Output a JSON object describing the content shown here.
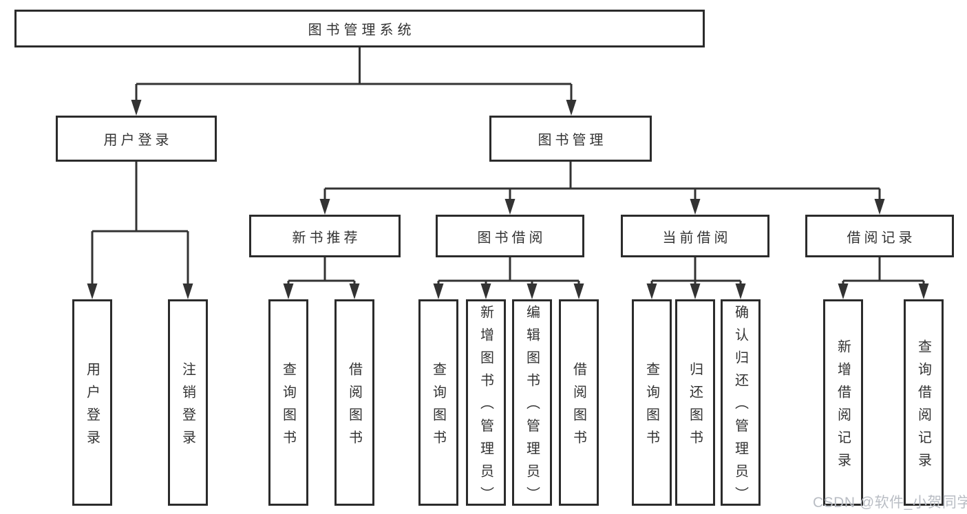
{
  "diagram": {
    "root": {
      "label": "图书管理系统"
    },
    "level2": {
      "user_login": {
        "label": "用户登录"
      },
      "book_management": {
        "label": "图书管理"
      }
    },
    "level3": {
      "new_book_recommend": {
        "label": "新书推荐"
      },
      "book_borrow": {
        "label": "图书借阅"
      },
      "current_borrow": {
        "label": "当前借阅"
      },
      "borrow_records": {
        "label": "借阅记录"
      }
    },
    "leaves": [
      {
        "id": "user-login",
        "label": "用户登录"
      },
      {
        "id": "logout",
        "label": "注销登录"
      },
      {
        "id": "query-books-1",
        "label": "查询图书"
      },
      {
        "id": "borrow-books-1",
        "label": "借阅图书"
      },
      {
        "id": "query-books-2",
        "label": "查询图书"
      },
      {
        "id": "add-books-admin",
        "label": "新增图书（管理员）"
      },
      {
        "id": "edit-books-admin",
        "label": "编辑图书（管理员）"
      },
      {
        "id": "borrow-books-2",
        "label": "借阅图书"
      },
      {
        "id": "query-books-3",
        "label": "查询图书"
      },
      {
        "id": "return-books",
        "label": "归还图书"
      },
      {
        "id": "confirm-return-admin",
        "label": "确认归还（管理员）"
      },
      {
        "id": "add-borrow-record",
        "label": "新增借阅记录"
      },
      {
        "id": "query-borrow-record",
        "label": "查询借阅记录"
      }
    ]
  },
  "watermark": {
    "text": "CSDN @软件_小贺同学"
  },
  "colors": {
    "line": "#333333",
    "border": "#2b2b2b",
    "text": "#333333",
    "watermark": "#b9bdc4"
  }
}
